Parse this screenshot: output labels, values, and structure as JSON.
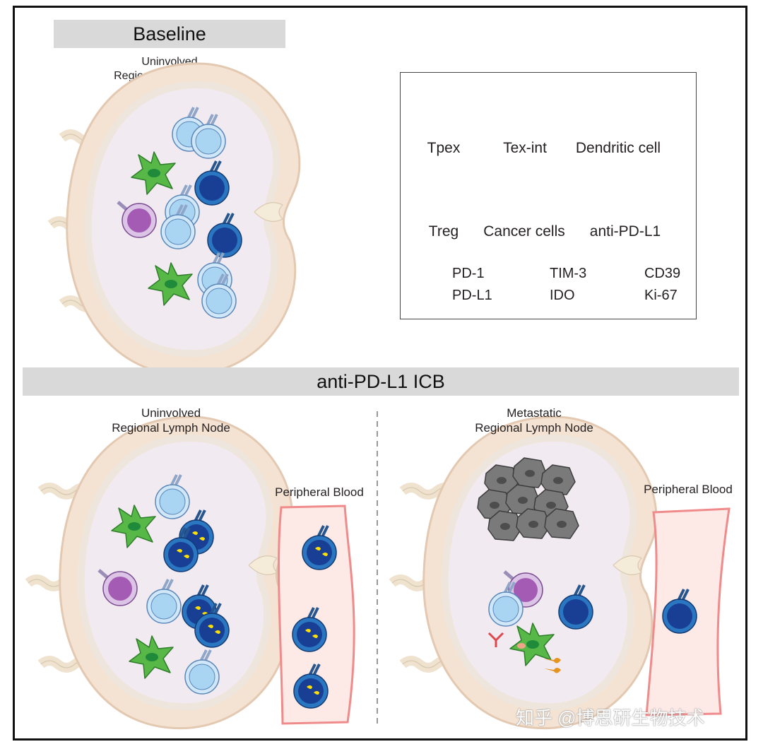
{
  "baseline": {
    "heading": "Baseline",
    "node_label_line1": "Uninvolved",
    "node_label_line2": "Regional Lymph Node"
  },
  "legend": {
    "tpex": "Tpex",
    "tex_int": "Tex-int",
    "dendritic": "Dendritic cell",
    "treg": "Treg",
    "cancer": "Cancer cells",
    "anti_pdl1": "anti-PD-L1",
    "pd1": "PD-1",
    "tim3": "TIM-3",
    "cd39": "CD39",
    "pdl1": "PD-L1",
    "ido": "IDO",
    "ki67": "Ki-67"
  },
  "icb": {
    "heading": "anti-PD-L1 ICB",
    "left": {
      "node_label_line1": "Uninvolved",
      "node_label_line2": "Regional Lymph Node",
      "blood_label": "Peripheral Blood"
    },
    "right": {
      "node_label_line1": "Metastatic",
      "node_label_line2": "Regional Lymph Node",
      "blood_label": "Peripheral Blood"
    }
  },
  "watermark": "知乎 @博思研生物技术",
  "colors": {
    "tpex": "#a9d4f2",
    "tex_int": "#1e4fa0",
    "dendritic": "#57b847",
    "treg": "#a35bb4",
    "cancer": "#6d6d6d",
    "pd1": "#2aa3d4",
    "pdl1": "#e0474c",
    "tim3": "#3cae8a",
    "cd39": "#e3951f",
    "ido": "#f0a488",
    "ki67": "#ffe000",
    "node": "#f4e3d3"
  }
}
